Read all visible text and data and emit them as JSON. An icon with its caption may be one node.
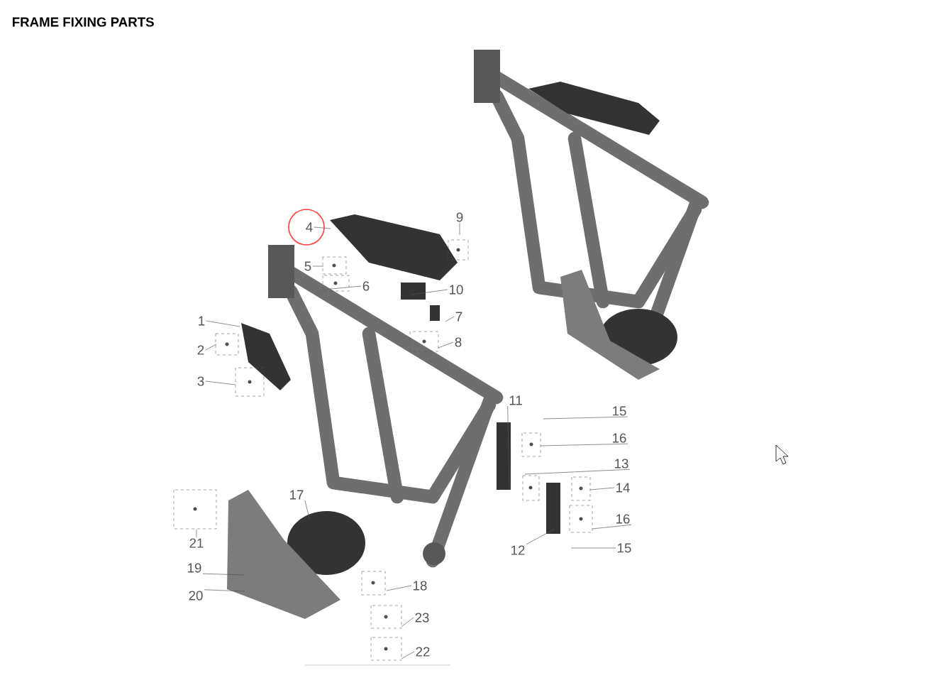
{
  "diagram": {
    "title": "FRAME FIXING PARTS",
    "nodes": [
      {
        "text": [
          "4"
        ]
      },
      {
        "text": [
          "9"
        ]
      },
      {
        "text": [
          "5"
        ]
      },
      {
        "text": [
          "6"
        ]
      },
      {
        "text": [
          "10"
        ]
      },
      {
        "text": [
          "7"
        ]
      },
      {
        "text": [
          "1"
        ]
      },
      {
        "text": [
          "8"
        ]
      },
      {
        "text": [
          "2"
        ]
      },
      {
        "text": [
          "3"
        ]
      },
      {
        "text": [
          "11"
        ]
      },
      {
        "text": [
          "15"
        ]
      },
      {
        "text": [
          "16"
        ]
      },
      {
        "text": [
          "13"
        ]
      },
      {
        "text": [
          "14"
        ]
      },
      {
        "text": [
          "17"
        ]
      },
      {
        "text": [
          "16"
        ]
      },
      {
        "text": [
          "21"
        ]
      },
      {
        "text": [
          "12"
        ]
      },
      {
        "text": [
          "15"
        ]
      },
      {
        "text": [
          "19"
        ]
      },
      {
        "text": [
          "18"
        ]
      },
      {
        "text": [
          "20"
        ]
      },
      {
        "text": [
          "23"
        ]
      },
      {
        "text": [
          "22"
        ]
      }
    ],
    "edges": [
      {
        "from": 0,
        "to": null,
        "arrow": "none"
      },
      {
        "from": 1,
        "to": null,
        "arrow": "none"
      },
      {
        "from": 2,
        "to": null,
        "arrow": "none"
      },
      {
        "from": 3,
        "to": null,
        "arrow": "none"
      },
      {
        "from": 4,
        "to": null,
        "arrow": "none"
      },
      {
        "from": 5,
        "to": null,
        "arrow": "none"
      },
      {
        "from": 6,
        "to": null,
        "arrow": "none"
      },
      {
        "from": 7,
        "to": null,
        "arrow": "none"
      },
      {
        "from": 8,
        "to": null,
        "arrow": "none"
      },
      {
        "from": 9,
        "to": null,
        "arrow": "none"
      },
      {
        "from": 10,
        "to": null,
        "arrow": "none"
      },
      {
        "from": 11,
        "to": null,
        "arrow": "none"
      },
      {
        "from": 12,
        "to": null,
        "arrow": "none"
      },
      {
        "from": 13,
        "to": null,
        "arrow": "none"
      },
      {
        "from": 14,
        "to": null,
        "arrow": "none"
      },
      {
        "from": 15,
        "to": null,
        "arrow": "none"
      },
      {
        "from": 16,
        "to": null,
        "arrow": "none"
      },
      {
        "from": 17,
        "to": null,
        "arrow": "none"
      },
      {
        "from": 18,
        "to": null,
        "arrow": "none"
      },
      {
        "from": 19,
        "to": null,
        "arrow": "none"
      },
      {
        "from": 20,
        "to": null,
        "arrow": "none"
      },
      {
        "from": 21,
        "to": null,
        "arrow": "none"
      },
      {
        "from": 22,
        "to": null,
        "arrow": "none"
      },
      {
        "from": 23,
        "to": null,
        "arrow": "none"
      },
      {
        "from": 24,
        "to": null,
        "arrow": "none"
      }
    ]
  }
}
